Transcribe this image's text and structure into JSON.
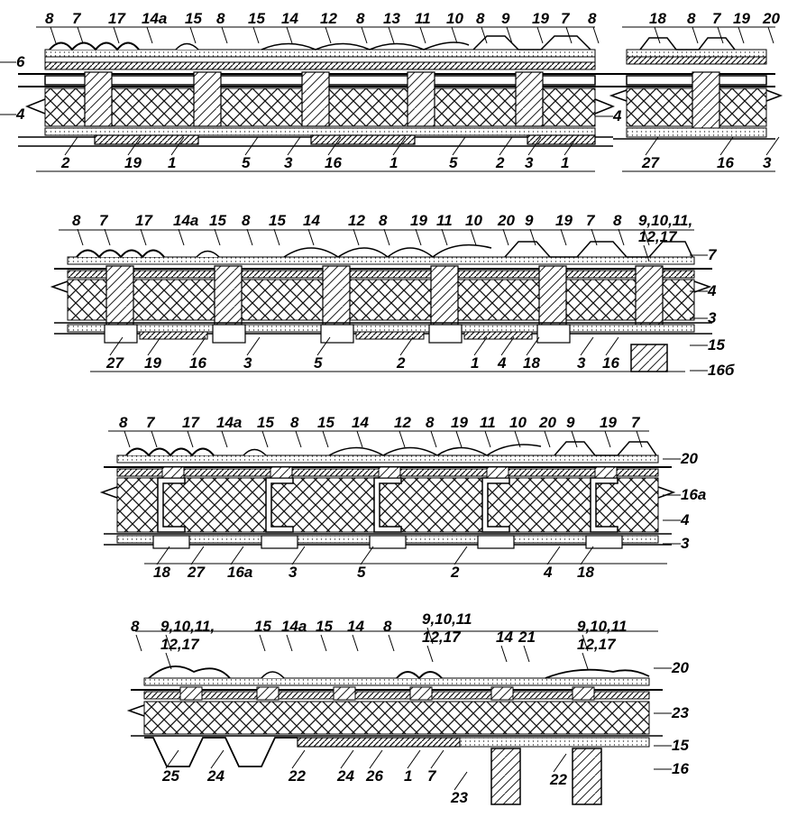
{
  "panels": [
    {
      "id": "section-a",
      "labels_top": [
        "8",
        "7",
        "17",
        "14a",
        "15",
        "8",
        "15",
        "14",
        "12",
        "8",
        "13",
        "11",
        "10",
        "8",
        "9",
        "19",
        "7",
        "8"
      ],
      "labels_left": [
        "6",
        "4"
      ],
      "labels_bottom": [
        "2",
        "19",
        "1",
        "5",
        "3",
        "16",
        "1",
        "5",
        "2",
        "3",
        "1"
      ]
    },
    {
      "id": "section-b",
      "labels_top": [
        "18",
        "8",
        "7",
        "19",
        "20"
      ],
      "labels_left": [
        "4"
      ],
      "labels_bottom": [
        "27",
        "16",
        "3"
      ]
    },
    {
      "id": "section-c",
      "labels_top": [
        "8",
        "7",
        "17",
        "14a",
        "15",
        "8",
        "15",
        "14",
        "12",
        "8",
        "19",
        "11",
        "10",
        "20",
        "9",
        "19",
        "7",
        "8",
        "9,10,11,",
        "12,17"
      ],
      "labels_right": [
        "7",
        "4",
        "3",
        "15",
        "16б"
      ],
      "labels_bottom": [
        "27",
        "19",
        "16",
        "3",
        "5",
        "2",
        "1",
        "4",
        "18",
        "3",
        "16"
      ]
    },
    {
      "id": "section-d",
      "labels_top": [
        "8",
        "7",
        "17",
        "14a",
        "15",
        "8",
        "15",
        "14",
        "12",
        "8",
        "19",
        "11",
        "10",
        "20",
        "9",
        "19",
        "7"
      ],
      "labels_right": [
        "20",
        "16a",
        "4",
        "3"
      ],
      "labels_bottom": [
        "18",
        "27",
        "16a",
        "3",
        "5",
        "2",
        "4",
        "18"
      ]
    },
    {
      "id": "section-e",
      "labels_top": [
        "8",
        "9,10,11,",
        "12,17",
        "15",
        "14a",
        "15",
        "14",
        "8",
        "9,10,11",
        "12,17",
        "14",
        "21",
        "9,10,11",
        "12,17"
      ],
      "labels_right": [
        "20",
        "23",
        "15",
        "16"
      ],
      "labels_bottom": [
        "25",
        "24",
        "22",
        "24",
        "26",
        "1",
        "7",
        "23",
        "22"
      ]
    }
  ]
}
